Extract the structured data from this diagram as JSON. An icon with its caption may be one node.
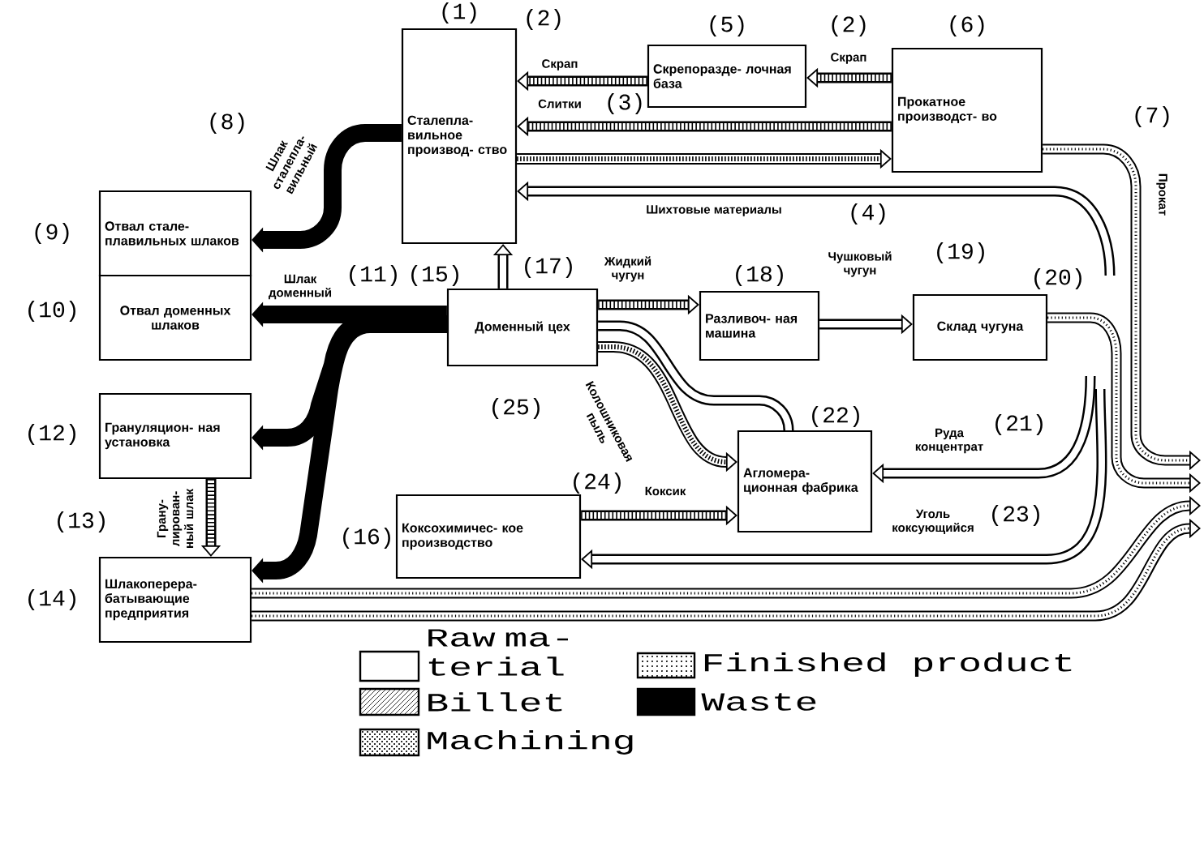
{
  "diagram": {
    "nodes": [
      {
        "text": [
          "Сталепла- вильное производ- ство"
        ],
        "beside": [
          "(1)"
        ]
      },
      {
        "text": [
          "Скрепоразде- лочная база"
        ],
        "beside": [
          "(5)"
        ]
      },
      {
        "text": [
          "Прокатное производст- во"
        ],
        "beside": [
          "(6)"
        ]
      },
      {
        "text": [
          "Отвал стале- плавильных шлаков"
        ],
        "beside": [
          "(9)"
        ]
      },
      {
        "text": [
          "Отвал доменных шлаков"
        ],
        "beside": [
          "(10)"
        ]
      },
      {
        "text": [
          "Доменный цех"
        ],
        "beside": [
          "(15)"
        ]
      },
      {
        "text": [
          "Разливоч- ная машина"
        ],
        "beside": [
          "(18)"
        ]
      },
      {
        "text": [
          "Склад чугуна"
        ],
        "beside": [
          "(20)"
        ]
      },
      {
        "text": [
          "Грануляцион- ная установка"
        ],
        "beside": [
          "(12)"
        ]
      },
      {
        "text": [
          "Агломера- ционная фабрика"
        ],
        "beside": [
          "(22)"
        ]
      },
      {
        "text": [
          "Коксохимичес- кое производство"
        ],
        "beside": [
          "(16)"
        ]
      },
      {
        "text": [
          "Шлакоперера- батывающие предприятия"
        ],
        "beside": [
          "(14)"
        ]
      }
    ],
    "edges": [
      {
        "from": 1,
        "to": 0,
        "arrow": "to",
        "label": "Скрап"
      },
      {
        "from": 2,
        "to": 1,
        "arrow": "to",
        "label": "Скрап"
      },
      {
        "from": 2,
        "to": 0,
        "arrow": "to",
        "label": "Слитки"
      },
      {
        "from": 0,
        "to": 2,
        "arrow": "to"
      },
      {
        "from": null,
        "to": 0,
        "arrow": "to",
        "label": "Шихтовые материалы"
      },
      {
        "from": 2,
        "to": null,
        "arrow": "to",
        "label": "Прокат"
      },
      {
        "from": 0,
        "to": 3,
        "arrow": "to",
        "label": "Шлак сталепла- вильный"
      },
      {
        "from": 5,
        "to": 4,
        "arrow": "to",
        "label": "Шлак доменный"
      },
      {
        "from": 5,
        "to": 8,
        "arrow": "to"
      },
      {
        "from": 5,
        "to": 11,
        "arrow": "to"
      },
      {
        "from": 8,
        "to": 11,
        "arrow": "to",
        "label": "Грану- лирован- ный шлак"
      },
      {
        "from": 5,
        "to": 0,
        "arrow": "to"
      },
      {
        "from": 5,
        "to": 6,
        "arrow": "to",
        "label": "Жидкий чугун"
      },
      {
        "from": 6,
        "to": 7,
        "arrow": "to",
        "label": "Чушковый чугун"
      },
      {
        "from": 7,
        "to": null,
        "arrow": "to"
      },
      {
        "from": 5,
        "to": 9,
        "arrow": "to",
        "label": "Колошниковая пыль"
      },
      {
        "from": 5,
        "to": 9,
        "arrow": "none"
      },
      {
        "from": null,
        "to": 9,
        "arrow": "to",
        "label": "Руда концентрат"
      },
      {
        "from": null,
        "to": 10,
        "arrow": "to",
        "label": "Уголь коксующийся"
      },
      {
        "from": 10,
        "to": 9,
        "arrow": "to",
        "label": "Коксик"
      },
      {
        "from": 11,
        "to": null,
        "arrow": "to"
      },
      {
        "from": 11,
        "to": null,
        "arrow": "to"
      }
    ],
    "labels": [
      "(2)",
      "(2)",
      "(3)",
      "(8)",
      "(7)",
      "(4)",
      "(19)",
      "(11)",
      "(17)",
      "(25)",
      "(21)",
      "(24)",
      "(13)",
      "(23)"
    ],
    "legend": [
      {
        "text": "Raw ma- terial"
      },
      {
        "text": "Finished product"
      },
      {
        "text": "Billet"
      },
      {
        "text": "Waste",
        "color": "#000000"
      },
      {
        "text": "Machining"
      }
    ]
  }
}
